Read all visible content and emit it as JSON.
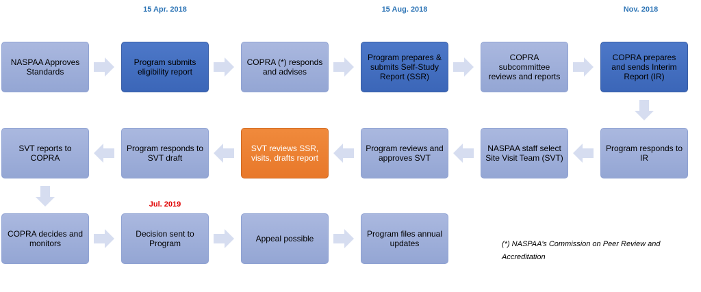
{
  "dates": {
    "d1": "15 Apr. 2018",
    "d2": "15 Aug. 2018",
    "d3": "Nov. 2018",
    "d4": "Jul. 2019"
  },
  "steps": {
    "s1": "NASPAA Approves Standards",
    "s2": "Program submits eligibility report",
    "s3": "COPRA (*) responds and advises",
    "s4": "Program prepares & submits Self-Study Report (SSR)",
    "s5": "COPRA subcommittee reviews and reports",
    "s6": "COPRA prepares and sends Interim Report (IR)",
    "s7": "Program responds to IR",
    "s8": "NASPAA staff select Site Visit Team (SVT)",
    "s9": "Program reviews and approves SVT",
    "s10": "SVT reviews SSR, visits, drafts report",
    "s11": "Program responds to SVT draft",
    "s12": "SVT reports to COPRA",
    "s13": "COPRA  decides and monitors",
    "s14": "Decision sent to Program",
    "s15": "Appeal possible",
    "s16": "Program files annual updates"
  },
  "footnote": "(*) NASPAA’s Commission on Peer Review and Accreditation",
  "colors": {
    "light": "#a0b0da",
    "dark": "#4470c4",
    "orange": "#ed7d31",
    "arrow": "#d6ddf0",
    "date_blue": "#2E75B6",
    "date_red": "#E00000"
  }
}
